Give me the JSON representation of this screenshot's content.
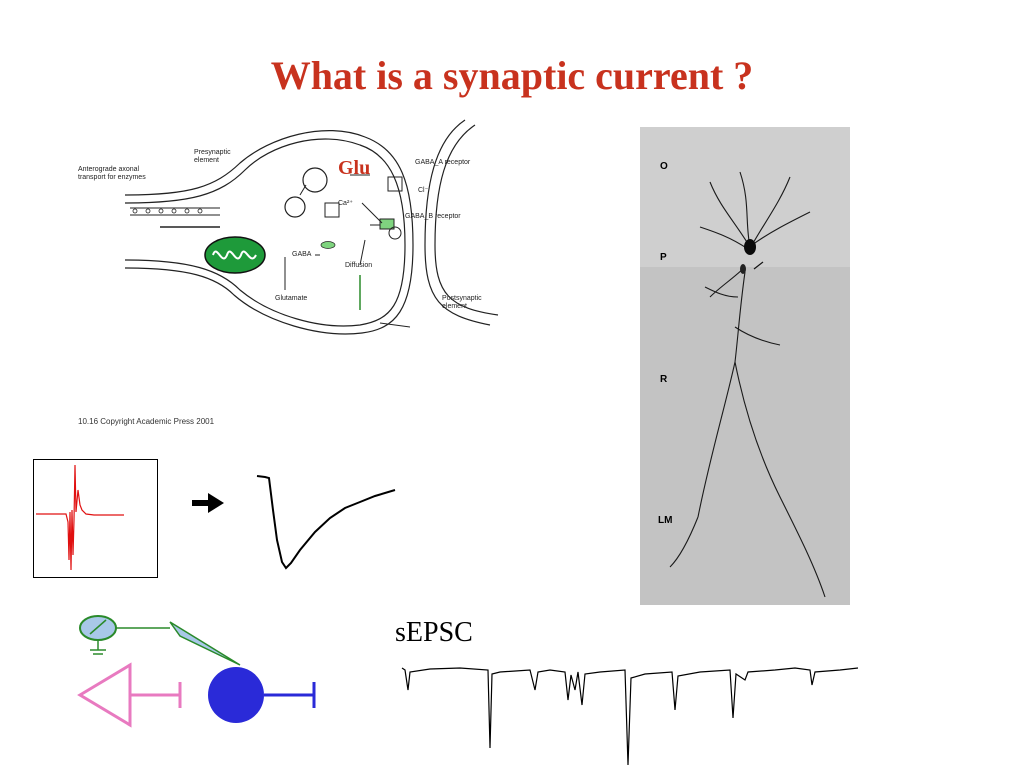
{
  "slide": {
    "title": "What is a synaptic current ?"
  },
  "synapse_diagram": {
    "glu_label": "Glu",
    "presynaptic_label": "Presynaptic\nelement",
    "anterograde_label": "Anterograde axonal\ntransport for enzymes",
    "gaba_label": "GABA",
    "glutamate_label": "Glutamate",
    "diffusion_label": "Diffusion",
    "gaba_a_receptor": "GABA_A receptor",
    "gaba_b_receptor": "GABA_B receptor",
    "cl_label": "Cl⁻",
    "ca_label": "Ca²⁺",
    "postsynaptic_label": "Postsynaptic\nelement",
    "copyright": "10.16 Copyright Academic Press 2001"
  },
  "micrograph": {
    "layers": [
      "O",
      "P",
      "R",
      "LM"
    ]
  },
  "traces": {
    "sepsc_label": "sEPSC"
  },
  "colors": {
    "title": "#c8321e",
    "raw_trace": "#e01010",
    "pink_neuron": "#e87ac0",
    "blue_neuron": "#2a2ad8",
    "electrode": "#a8c8e8",
    "green_wire": "#2a8a2a"
  }
}
